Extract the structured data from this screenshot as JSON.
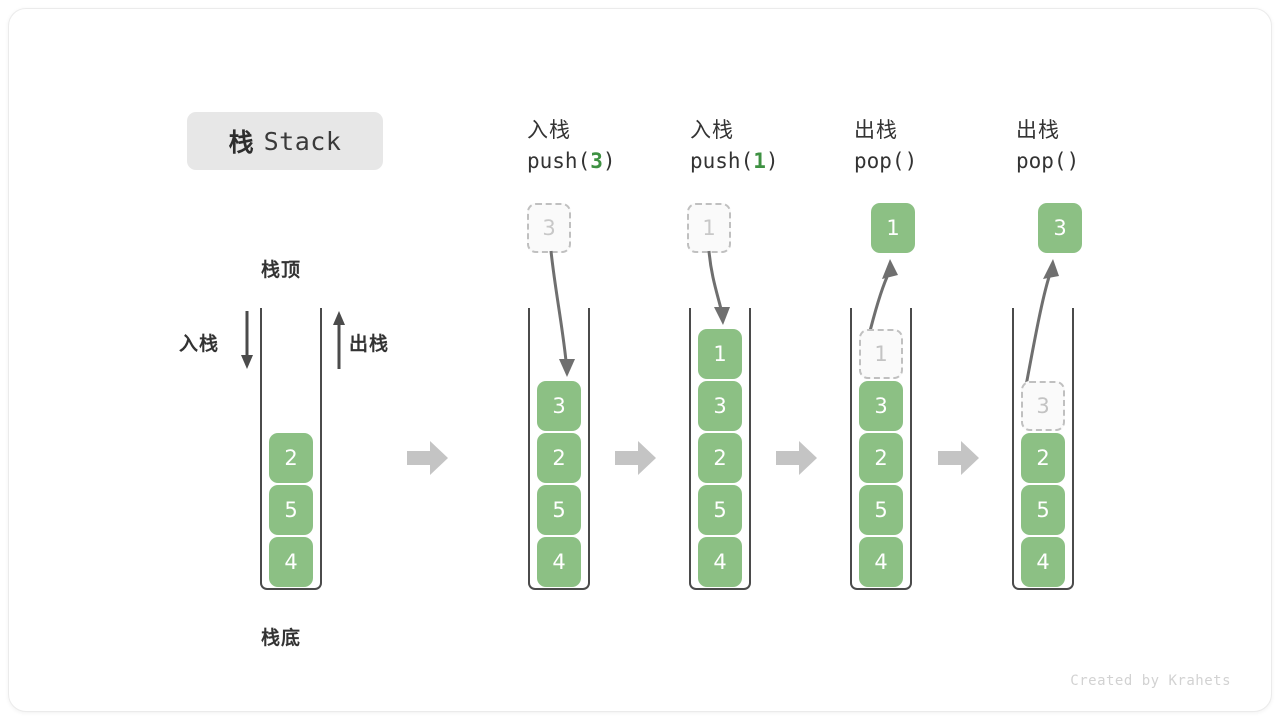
{
  "title": {
    "cn": "栈",
    "en": "Stack"
  },
  "labels": {
    "top": "栈顶",
    "bottom": "栈底",
    "push_side": "入栈",
    "pop_side": "出栈"
  },
  "footer": "Created by Krahets",
  "colors": {
    "cell_fill": "#8cc084",
    "cell_text": "#ffffff",
    "ghost_border": "#c0c0c0",
    "ghost_text": "#c3c3c3",
    "arrow_gray": "#c4c4c4",
    "curve_arrow": "#6f6f6f",
    "accent_green": "#3e9142",
    "text_dark": "#333333",
    "badge_bg": "#e7e7e7",
    "container_stroke": "#4b4b4b"
  },
  "steps": [
    {
      "id": "initial",
      "op_cn": "",
      "op_code_prefix": "",
      "op_code_arg": "",
      "op_code_suffix": "",
      "stack": [
        "4",
        "5",
        "2"
      ],
      "ghost_top": null,
      "detached": null
    },
    {
      "id": "push-3",
      "op_cn": "入栈",
      "op_code_prefix": "push(",
      "op_code_arg": "3",
      "op_code_suffix": ")",
      "stack": [
        "4",
        "5",
        "2",
        "3"
      ],
      "ghost_top": null,
      "detached": {
        "value": "3",
        "kind": "ghost"
      }
    },
    {
      "id": "push-1",
      "op_cn": "入栈",
      "op_code_prefix": "push(",
      "op_code_arg": "1",
      "op_code_suffix": ")",
      "stack": [
        "4",
        "5",
        "2",
        "3",
        "1"
      ],
      "ghost_top": null,
      "detached": {
        "value": "1",
        "kind": "ghost"
      }
    },
    {
      "id": "pop-1",
      "op_cn": "出栈",
      "op_code_prefix": "pop(",
      "op_code_arg": "",
      "op_code_suffix": ")",
      "stack": [
        "4",
        "5",
        "2",
        "3"
      ],
      "ghost_top": "1",
      "detached": {
        "value": "1",
        "kind": "solid"
      }
    },
    {
      "id": "pop-3",
      "op_cn": "出栈",
      "op_code_prefix": "pop(",
      "op_code_arg": "",
      "op_code_suffix": ")",
      "stack": [
        "4",
        "5",
        "2"
      ],
      "ghost_top": "3",
      "detached": {
        "value": "3",
        "kind": "solid"
      }
    }
  ]
}
